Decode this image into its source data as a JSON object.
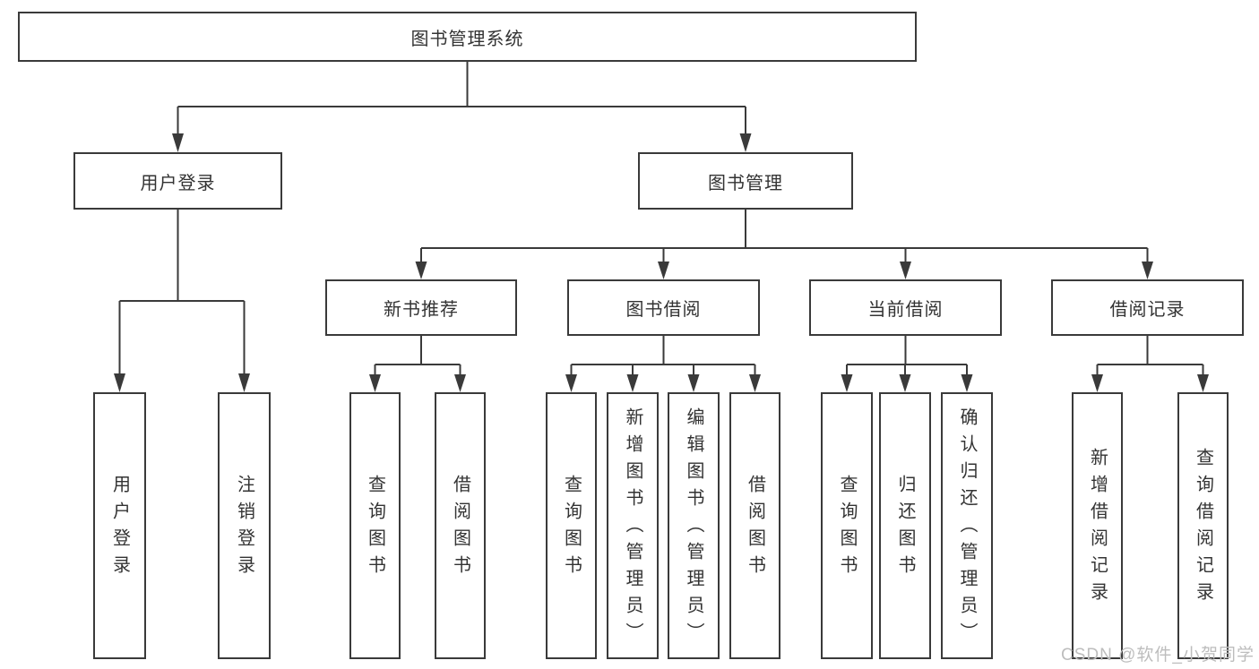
{
  "tree": {
    "label": "图书管理系统",
    "children": [
      {
        "label": "用户登录",
        "children": [
          {
            "label": "用户登录"
          },
          {
            "label": "注销登录"
          }
        ]
      },
      {
        "label": "图书管理",
        "children": [
          {
            "label": "新书推荐",
            "children": [
              {
                "label": "查询图书"
              },
              {
                "label": "借阅图书"
              }
            ]
          },
          {
            "label": "图书借阅",
            "children": [
              {
                "label": "查询图书"
              },
              {
                "label": "新增图书（管理员）"
              },
              {
                "label": "编辑图书（管理员）"
              },
              {
                "label": "借阅图书"
              }
            ]
          },
          {
            "label": "当前借阅",
            "children": [
              {
                "label": "查询图书"
              },
              {
                "label": "归还图书"
              },
              {
                "label": "确认归还（管理员）"
              }
            ]
          },
          {
            "label": "借阅记录",
            "children": [
              {
                "label": "新增借阅记录"
              },
              {
                "label": "查询借阅记录"
              }
            ]
          }
        ]
      }
    ]
  },
  "watermark": {
    "text": "CSDN @软件_小贺同学"
  },
  "colors": {
    "line": "#3a3a3a",
    "node_border": "#3a3a3a",
    "node_text": "#333333",
    "watermark": "#bdbdbd",
    "background": "#ffffff"
  }
}
